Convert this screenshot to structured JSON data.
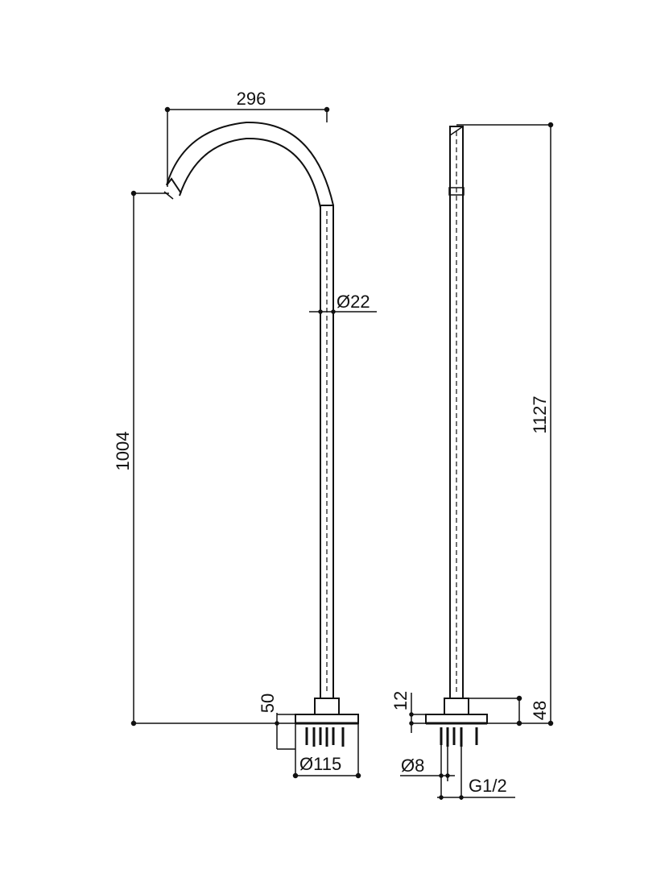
{
  "drawing": {
    "ink_color": "#111111",
    "background": "#ffffff",
    "front_view": {
      "width": "296",
      "pipe_diameter": "Ø22",
      "height": "1004",
      "base_height": "50",
      "base_diameter": "Ø115"
    },
    "side_view": {
      "total_height": "1127",
      "flange_thickness": "12",
      "base_height": "48",
      "pin_diameter": "Ø8",
      "thread": "G1/2"
    }
  }
}
